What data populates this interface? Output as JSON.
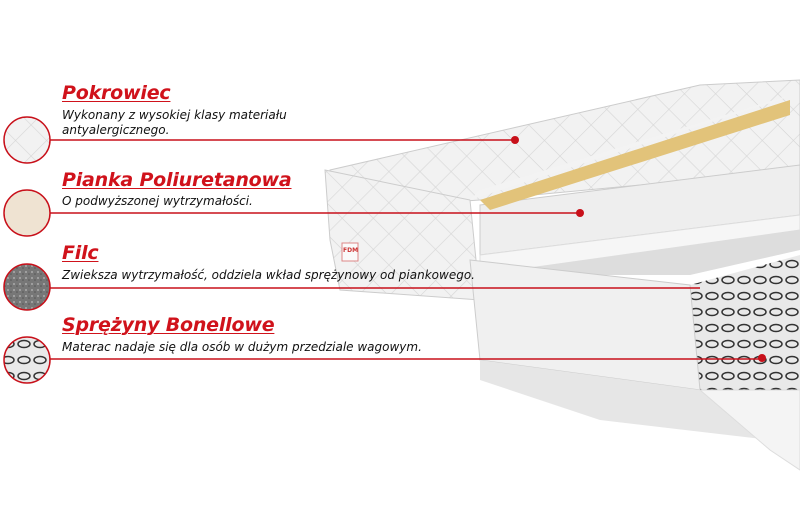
{
  "colors": {
    "accent": "#d0121b",
    "text": "#111111"
  },
  "layers": [
    {
      "title": "Pokrowiec",
      "description": "Wykonany z wysokiej klasy materiału antyalergicznego.",
      "swatch_icon": "quilted-fabric-swatch"
    },
    {
      "title": "Pianka Poliuretanowa",
      "description": "O podwyższonej wytrzymałości.",
      "swatch_icon": "foam-swatch"
    },
    {
      "title": "Filc",
      "description": "Zwieksza wytrzymałość, oddziela wkład sprężynowy od piankowego.",
      "swatch_icon": "felt-swatch"
    },
    {
      "title": "Sprężyny Bonellowe",
      "description": "Materac nadaje się dla osób w dużym przedziale wagowym.",
      "swatch_icon": "springs-swatch"
    }
  ],
  "label_tag": "FDM"
}
